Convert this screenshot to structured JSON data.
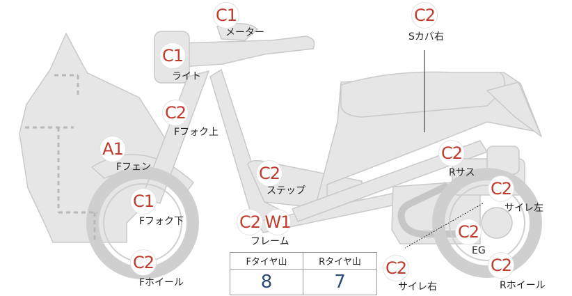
{
  "markers": {
    "meter": {
      "grade": "C1",
      "label": "メーター"
    },
    "light": {
      "grade": "C1",
      "label": "ライト"
    },
    "f_fork_upper": {
      "grade": "C2",
      "label": "Fフォク上"
    },
    "f_fender": {
      "grade": "A1",
      "label": "Fフェン"
    },
    "f_fork_lower": {
      "grade": "C1",
      "label": "Fフォク下"
    },
    "f_wheel": {
      "grade": "C2",
      "label": "Fホイール"
    },
    "step": {
      "grade": "C2",
      "label": "ステップ"
    },
    "frame": {
      "grade": "C2",
      "grade2": "W1",
      "label": "フレーム"
    },
    "side_cover_right": {
      "grade": "C2",
      "label": "Sカバ右"
    },
    "r_suspension": {
      "grade": "C2",
      "label": "Rサス"
    },
    "muffler_left": {
      "grade": "C2",
      "label": "サイレ左"
    },
    "engine": {
      "grade": "C2",
      "label": "EG"
    },
    "muffler_right": {
      "grade": "C2",
      "label": "サイレ右"
    },
    "r_wheel": {
      "grade": "C2",
      "label": "Rホイール"
    }
  },
  "tread": {
    "front_header": "Fタイヤ山",
    "rear_header": "Rタイヤ山",
    "front_value": "8",
    "rear_value": "7"
  },
  "colors": {
    "marker_text": "#bf3b2c",
    "tread_value": "#2b4a7c",
    "body_fill": "#e6e6e6",
    "body_stroke": "#c8c8c8"
  }
}
